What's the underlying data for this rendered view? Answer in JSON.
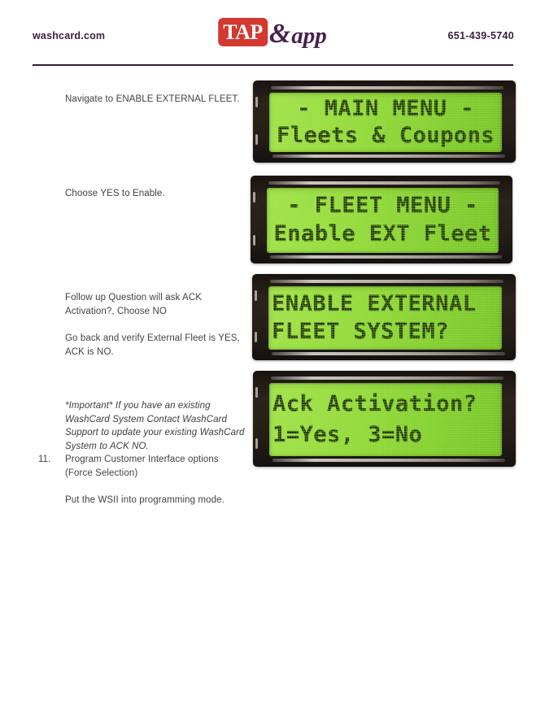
{
  "header": {
    "site": "washcard.com",
    "logo": {
      "tap": "TAP",
      "ampersand": "&",
      "app": "app"
    },
    "phone": "651-439-5740"
  },
  "colors": {
    "brand_purple": "#3b1f3f",
    "brand_red": "#d4382f",
    "header_rule": "#301b36",
    "lcd_green": "#8ed83c",
    "lcd_text": "#233505",
    "body_text": "#424242"
  },
  "sections": [
    {
      "paragraphs": [
        {
          "lines": [
            "Navigate to ENABLE EXTERNAL FLEET."
          ]
        }
      ],
      "lcd": {
        "align": "center",
        "line1": "- MAIN MENU -",
        "line2": "Fleets & Coupons"
      }
    },
    {
      "paragraphs": [
        {
          "lines": [
            "Choose YES to Enable."
          ]
        }
      ],
      "lcd": {
        "align": "center",
        "line1": "- FLEET MENU -",
        "line2": "Enable EXT Fleet"
      }
    },
    {
      "paragraphs": [
        {
          "lines": [
            "Follow up Question will ask ACK",
            "Activation?, Choose NO"
          ]
        },
        {
          "lines": [
            "Go back and verify External Fleet is YES,",
            "ACK is NO."
          ]
        }
      ],
      "lcd": {
        "align": "left",
        "line1": "ENABLE EXTERNAL",
        "line2": "FLEET SYSTEM?"
      }
    },
    {
      "paragraphs": [
        {
          "style": "italic",
          "lines": [
            "*Important* If you have an existing",
            "WashCard System Contact WashCard",
            "Support to update your existing WashCard",
            "System to ACK NO."
          ]
        },
        {
          "number": "11.",
          "lines": [
            "Program Customer Interface options",
            "(Force Selection)"
          ]
        },
        {
          "lines": [
            "Put the WSII into programming mode."
          ]
        }
      ],
      "lcd": {
        "align": "left",
        "line1": "Ack Activation?",
        "line2": "1=Yes, 3=No"
      }
    }
  ]
}
